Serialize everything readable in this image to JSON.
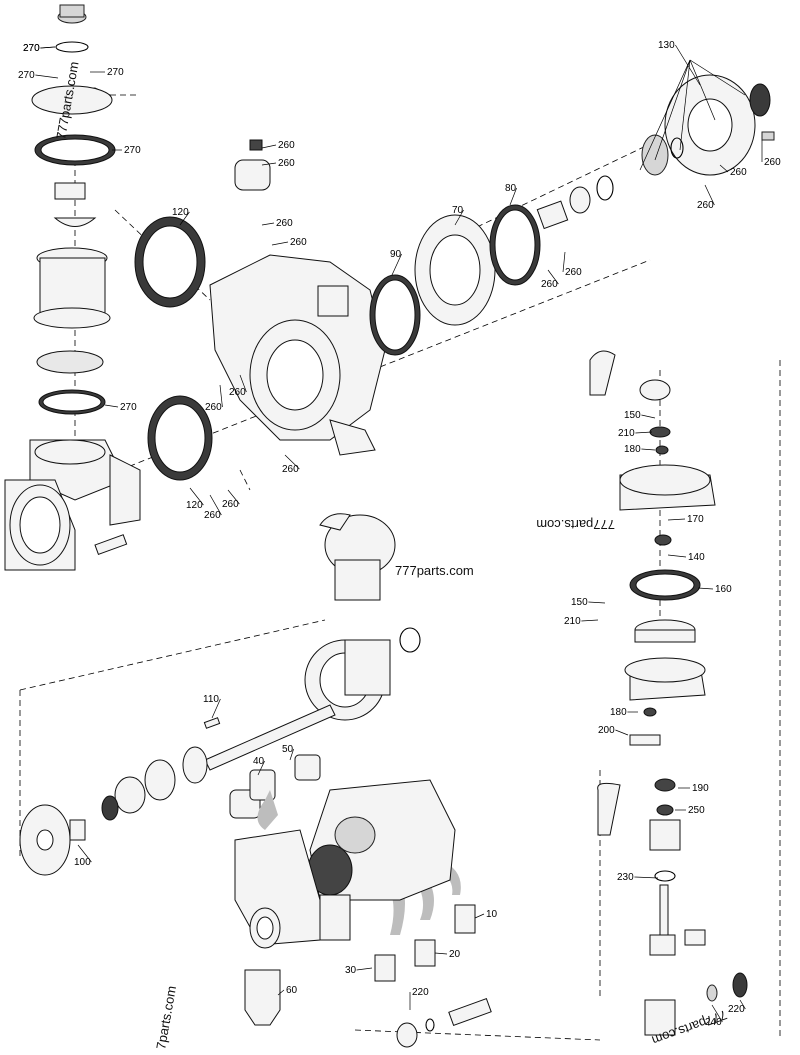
{
  "labels": [
    {
      "text": "270"
    },
    {
      "text": "270"
    },
    {
      "text": "270"
    },
    {
      "text": "270"
    },
    {
      "text": "270"
    },
    {
      "text": "260"
    },
    {
      "text": "260"
    },
    {
      "text": "260"
    },
    {
      "text": "260"
    },
    {
      "text": "120"
    },
    {
      "text": "90"
    },
    {
      "text": "70"
    },
    {
      "text": "80"
    },
    {
      "text": "130"
    },
    {
      "text": "260"
    },
    {
      "text": "260"
    },
    {
      "text": "260"
    },
    {
      "text": "260"
    },
    {
      "text": "260"
    },
    {
      "text": "260"
    },
    {
      "text": "260"
    },
    {
      "text": "260"
    },
    {
      "text": "270"
    },
    {
      "text": "120"
    },
    {
      "text": "260"
    },
    {
      "text": "260"
    },
    {
      "text": "150"
    },
    {
      "text": "210"
    },
    {
      "text": "180"
    },
    {
      "text": "170"
    },
    {
      "text": "140"
    },
    {
      "text": "160"
    },
    {
      "text": "150"
    },
    {
      "text": "210"
    },
    {
      "text": "110"
    },
    {
      "text": "40"
    },
    {
      "text": "50"
    },
    {
      "text": "100"
    },
    {
      "text": "180"
    },
    {
      "text": "200"
    },
    {
      "text": "190"
    },
    {
      "text": "250"
    },
    {
      "text": "230"
    },
    {
      "text": "10"
    },
    {
      "text": "20"
    },
    {
      "text": "30"
    },
    {
      "text": "60"
    },
    {
      "text": "220"
    },
    {
      "text": "240"
    },
    {
      "text": "220"
    }
  ],
  "watermarks": [
    "777parts.com",
    "777parts.com",
    "777parts.com",
    "777parts.com",
    "7parts.com"
  ]
}
